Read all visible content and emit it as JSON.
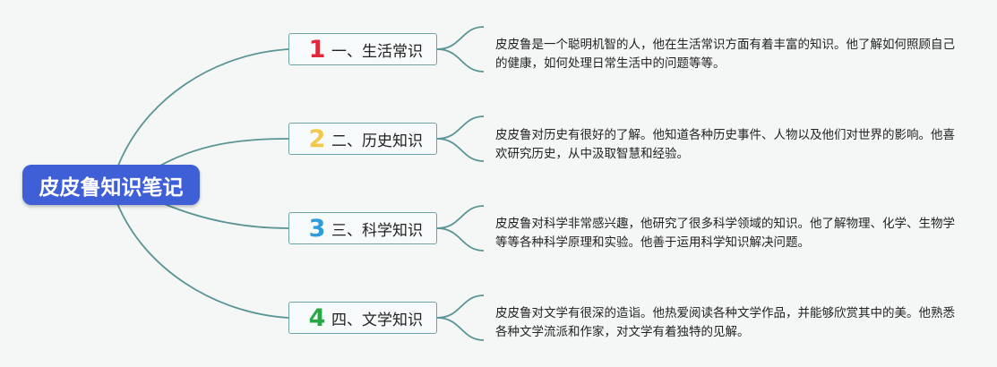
{
  "root": {
    "title": "皮皮鲁知识笔记"
  },
  "branches": [
    {
      "number": "1",
      "label": "一、生活常识",
      "color": "#e0283a",
      "description": "皮皮鲁是一个聪明机智的人，他在生活常识方面有着丰富的知识。他了解如何照顾自己的健康，如何处理日常生活中的问题等等。"
    },
    {
      "number": "2",
      "label": "二、历史知识",
      "color": "#f2c94c",
      "description": "皮皮鲁对历史有很好的了解。他知道各种历史事件、人物以及他们对世界的影响。他喜欢研究历史，从中汲取智慧和经验。"
    },
    {
      "number": "3",
      "label": "三、科学知识",
      "color": "#2d9cdb",
      "description": "皮皮鲁对科学非常感兴趣，他研究了很多科学领域的知识。他了解物理、化学、生物学等等各种科学原理和实验。他善于运用科学知识解决问题。"
    },
    {
      "number": "4",
      "label": "四、文学知识",
      "color": "#27a844",
      "description": "皮皮鲁对文学有很深的造诣。他热爱阅读各种文学作品，并能够欣赏其中的美。他熟悉各种文学流派和作家，对文学有着独特的见解。"
    }
  ],
  "colors": {
    "root_bg": "#3f5fd7",
    "connector": "#5a9494"
  }
}
